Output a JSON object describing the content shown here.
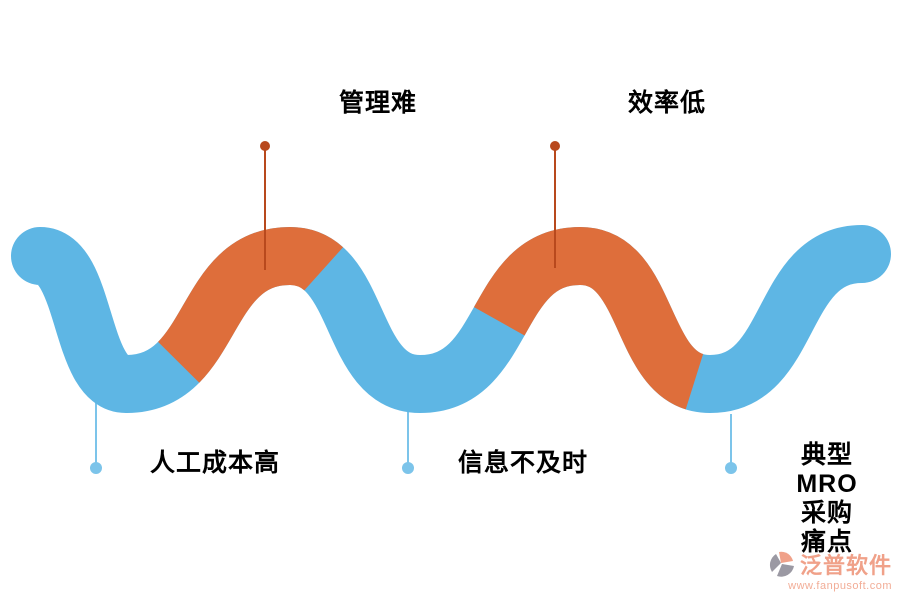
{
  "canvas": {
    "background": "#ffffff"
  },
  "colors": {
    "wave_blue": "#5EB6E4",
    "wave_orange": "#DE6E3B",
    "marker_top": "#B8491D",
    "marker_bottom": "#7CC4EA",
    "label_text": "#000000",
    "logo_salmon": "#F0A189",
    "logo_salmon_light": "#F2AD97",
    "logo_gray": "#9B99A3"
  },
  "wave": {
    "orange_windows": [
      [
        0.185,
        0.35
      ],
      [
        0.57,
        0.81
      ]
    ]
  },
  "labels": {
    "top": [
      {
        "text": "管理难"
      },
      {
        "text": "效率低"
      }
    ],
    "bottom": [
      {
        "text": "人工成本高"
      },
      {
        "text": "信息不及时"
      }
    ],
    "right": {
      "line1": "典型MRO采购",
      "line2": "痛点"
    }
  },
  "watermark": {
    "brand": "泛普软件",
    "url": "www.fanpusoft.com"
  }
}
